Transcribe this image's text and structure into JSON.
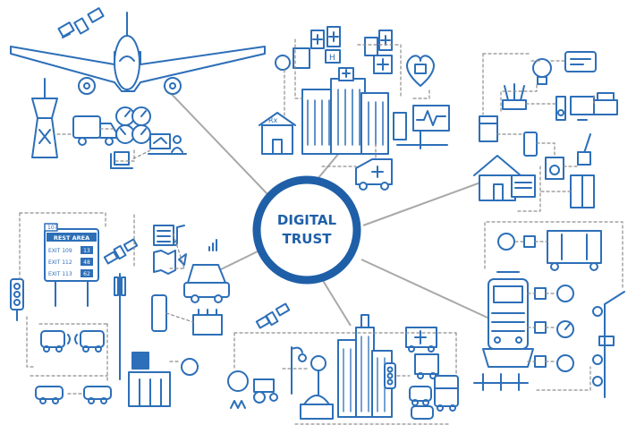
{
  "center": {
    "line1": "DIGITAL",
    "line2": "TRUST"
  },
  "clusters": [
    {
      "id": "aviation"
    },
    {
      "id": "healthcare"
    },
    {
      "id": "smart-home"
    },
    {
      "id": "connected-vehicles"
    },
    {
      "id": "smart-city"
    },
    {
      "id": "rail"
    }
  ],
  "road_sign": {
    "route": "107",
    "title": "REST AREA",
    "exits": [
      {
        "label": "EXIT 109",
        "dist": "13"
      },
      {
        "label": "EXIT 112",
        "dist": "48"
      },
      {
        "label": "EXIT 113",
        "dist": "62"
      }
    ]
  },
  "colors": {
    "primary": "#2d6fb8",
    "light": "#6fa3d9",
    "ring": "#1f5fa8",
    "connector": "#a8a8a8",
    "dash": "#8d8d8d",
    "text": "#1f5fa8",
    "sign_fill": "#2d6fb8"
  }
}
